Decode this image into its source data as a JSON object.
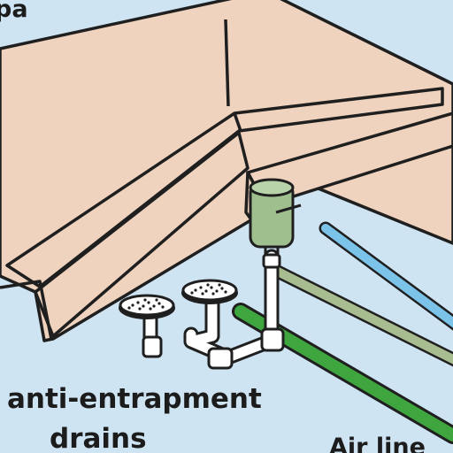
{
  "labels": {
    "spa": "pa",
    "drains_line1": "anti-entrapment",
    "drains_line2": "drains",
    "air_line": "Air line"
  },
  "colors": {
    "background": "#cfe4f3",
    "tub": "#efd3bf",
    "outline": "#1f1f1f",
    "pipe": "#ffffff",
    "pump": "#9fbf8f",
    "green_pipe": "#3fa63f",
    "blue_pipe": "#7cc3ea",
    "olive_pipe": "#a8bd8f"
  }
}
